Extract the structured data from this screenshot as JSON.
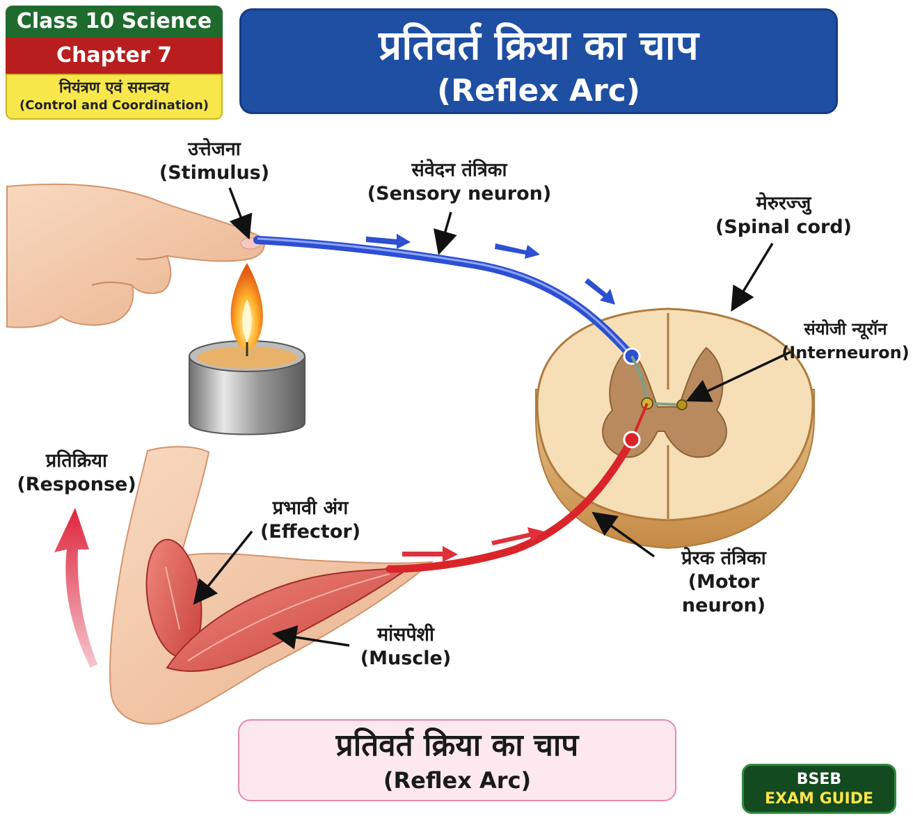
{
  "badge": {
    "line1": "Class 10 Science",
    "line2": "Chapter 7",
    "line3": "नियंत्रण एवं समन्वय",
    "line4": "(Control and Coordination)"
  },
  "title": {
    "hindi": "प्रतिवर्त क्रिया का चाप",
    "english": "(Reflex Arc)"
  },
  "labels": {
    "stimulus": {
      "hi": "उत्तेजना",
      "en": "(Stimulus)"
    },
    "sensory": {
      "hi": "संवेदन तंत्रिका",
      "en": "(Sensory neuron)"
    },
    "spinal": {
      "hi": "मेरुरज्जु",
      "en": "(Spinal cord)"
    },
    "interneuron": {
      "hi": "संयोजी न्यूरॉन",
      "en": "(Interneuron)"
    },
    "motor": {
      "hi": "प्रेरक तंत्रिका",
      "en": "(Motor neuron)"
    },
    "response": {
      "hi": "प्रतिक्रिया",
      "en": "(Response)"
    },
    "effector": {
      "hi": "प्रभावी अंग",
      "en": "(Effector)"
    },
    "muscle": {
      "hi": "मांसपेशी",
      "en": "(Muscle)"
    }
  },
  "bottom": {
    "hindi": "प्रतिवर्त क्रिया का चाप",
    "english": "(Reflex Arc)"
  },
  "logo": {
    "line1": "BSEB",
    "line2": "EXAM GUIDE"
  },
  "colors": {
    "sensory": "#2d4fd1",
    "motor": "#d9252a",
    "title_bg": "#1e4fa3"
  }
}
